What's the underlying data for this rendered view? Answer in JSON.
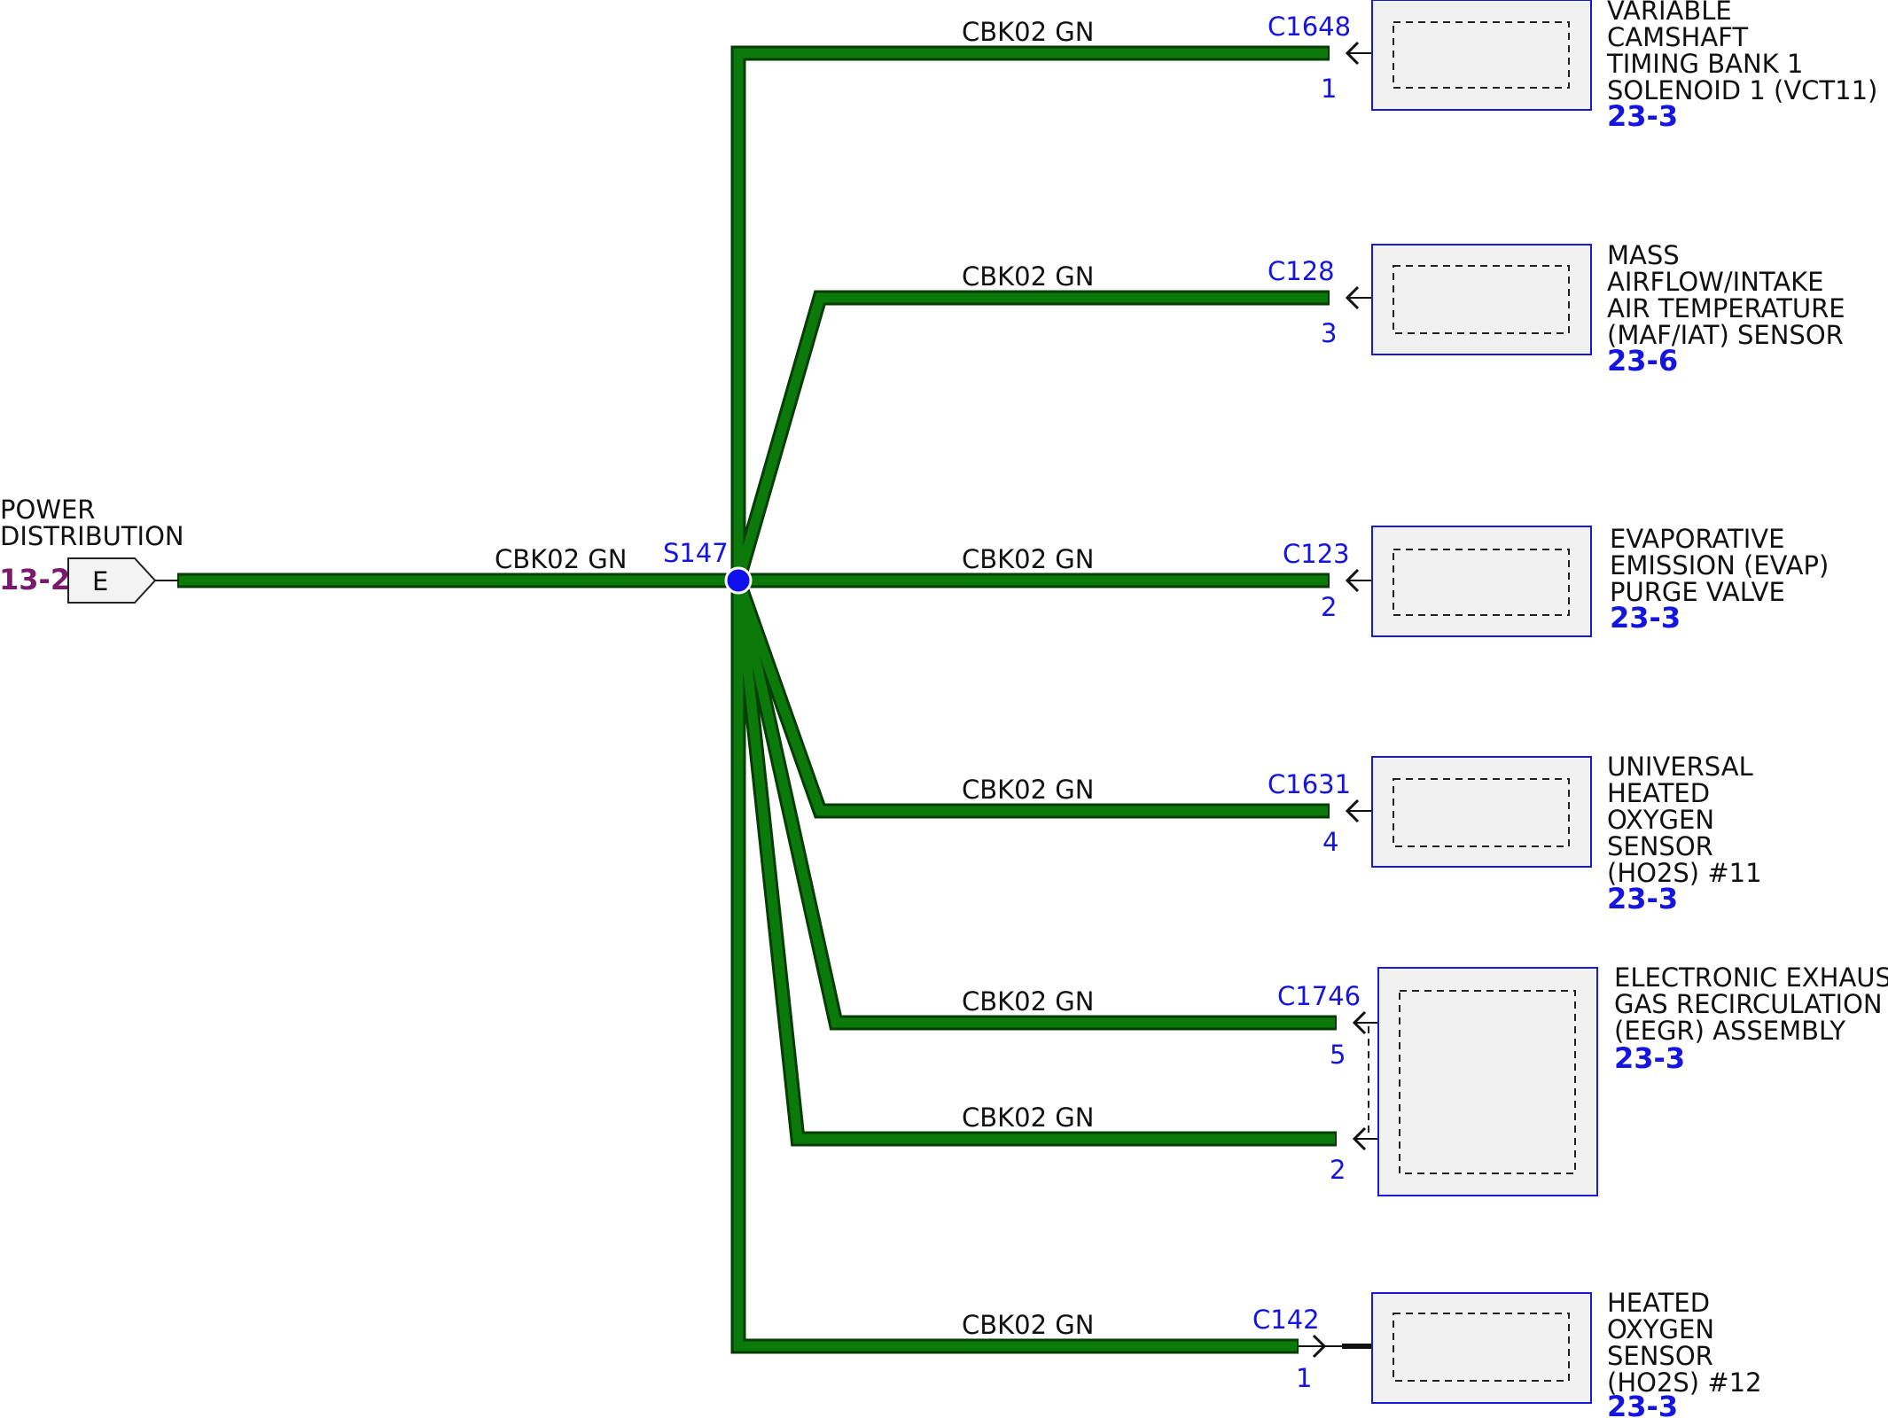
{
  "colors": {
    "wire": "#0b7a0b",
    "wire_border": "#053d05",
    "accent": "#1515e0",
    "ref_purple": "#7a1a6e",
    "box_fill": "#f1f1f1"
  },
  "source": {
    "name_lines": [
      "POWER",
      "DISTRIBUTION"
    ],
    "ref": "13-2",
    "connector": "E"
  },
  "splice": {
    "id": "S147",
    "wire_label": "CBK02  GN"
  },
  "branches": [
    {
      "connector": "C1648",
      "pin": "1",
      "wire_label": "CBK02  GN",
      "component_lines": [
        "VARIABLE",
        "CAMSHAFT",
        "TIMING BANK 1",
        "SOLENOID 1 (VCT11)"
      ],
      "ref": "23-3"
    },
    {
      "connector": "C128",
      "pin": "3",
      "wire_label": "CBK02  GN",
      "component_lines": [
        "MASS",
        "AIRFLOW/INTAKE",
        "AIR TEMPERATURE",
        "(MAF/IAT) SENSOR"
      ],
      "ref": "23-6"
    },
    {
      "connector": "C123",
      "pin": "2",
      "wire_label": "CBK02  GN",
      "component_lines": [
        "EVAPORATIVE",
        "EMISSION (EVAP)",
        "PURGE VALVE"
      ],
      "ref": "23-3"
    },
    {
      "connector": "C1631",
      "pin": "4",
      "wire_label": "CBK02  GN",
      "component_lines": [
        "UNIVERSAL",
        "HEATED",
        "OXYGEN",
        "SENSOR",
        "(HO2S) #11"
      ],
      "ref": "23-3"
    },
    {
      "connector": "C1746",
      "pin": "5",
      "wire_label": "CBK02  GN",
      "component_lines": [
        "ELECTRONIC EXHAUST",
        "GAS RECIRCULATION",
        "(EEGR) ASSEMBLY"
      ],
      "ref": "23-3"
    },
    {
      "connector": "",
      "pin": "2",
      "wire_label": "CBK02  GN"
    },
    {
      "connector": "C142",
      "pin": "1",
      "wire_label": "CBK02  GN",
      "component_lines": [
        "HEATED",
        "OXYGEN",
        "SENSOR",
        "(HO2S) #12"
      ],
      "ref": "23-3"
    }
  ]
}
